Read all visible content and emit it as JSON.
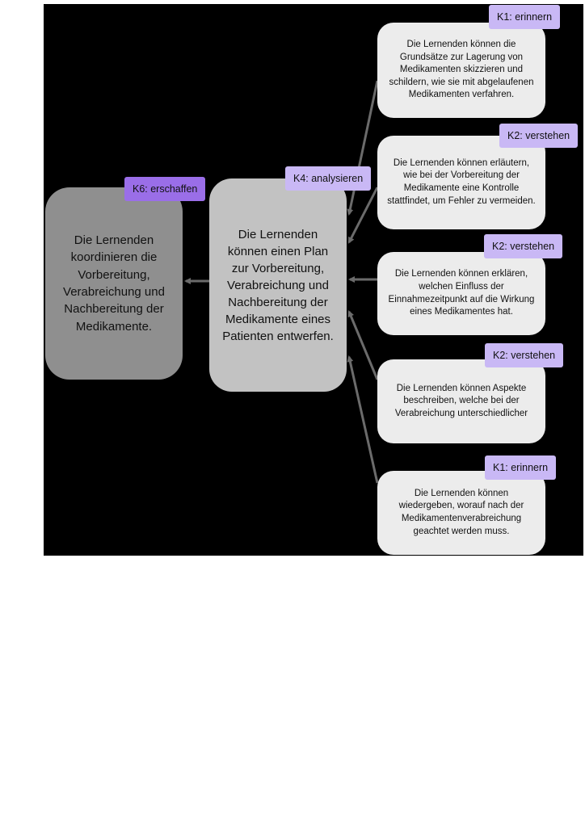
{
  "nodes": {
    "k6": {
      "tag": "K6: erschaffen",
      "text": "Die Lernenden koordinieren die Vorbereitung, Verabreichung und Nachbereitung der Medikamente."
    },
    "k4": {
      "tag": "K4: analysieren",
      "text": "Die Lernenden können einen Plan zur Vorbereitung, Verabreichung und Nachbereitung der Medikamente eines Patienten entwerfen."
    },
    "sub1": {
      "tag": "K1: erinnern",
      "text": "Die Lernenden können die Grundsätze zur Lagerung von Medikamenten skizzieren und schildern, wie sie mit abgelaufenen Medikamenten verfahren."
    },
    "sub2": {
      "tag": "K2: verstehen",
      "text": "Die Lernenden können erläutern, wie bei der Vorbereitung der Medikamente eine Kontrolle stattfindet, um Fehler zu vermeiden."
    },
    "sub3": {
      "tag": "K2: verstehen",
      "text": "Die Lernenden können erklären, welchen Einfluss der Einnahmezeitpunkt auf die Wirkung eines Medikamentes hat."
    },
    "sub4": {
      "tag": "K2: verstehen",
      "text": "Die Lernenden können Aspekte beschreiben, welche bei der Verabreichung unterschiedlicher"
    },
    "sub5": {
      "tag": "K1: erinnern",
      "text": "Die Lernenden können wiedergeben, worauf nach der Medikamentenverabreichung geachtet werden muss."
    }
  },
  "colors": {
    "background": "#000000",
    "k6_fill": "#8f8f8f",
    "k4_fill": "#c2c2c2",
    "sub_fill": "#ececec",
    "tag_light": "#c9b8f5",
    "tag_dark": "#9a6ee8",
    "arrow": "#6b6b6b"
  }
}
